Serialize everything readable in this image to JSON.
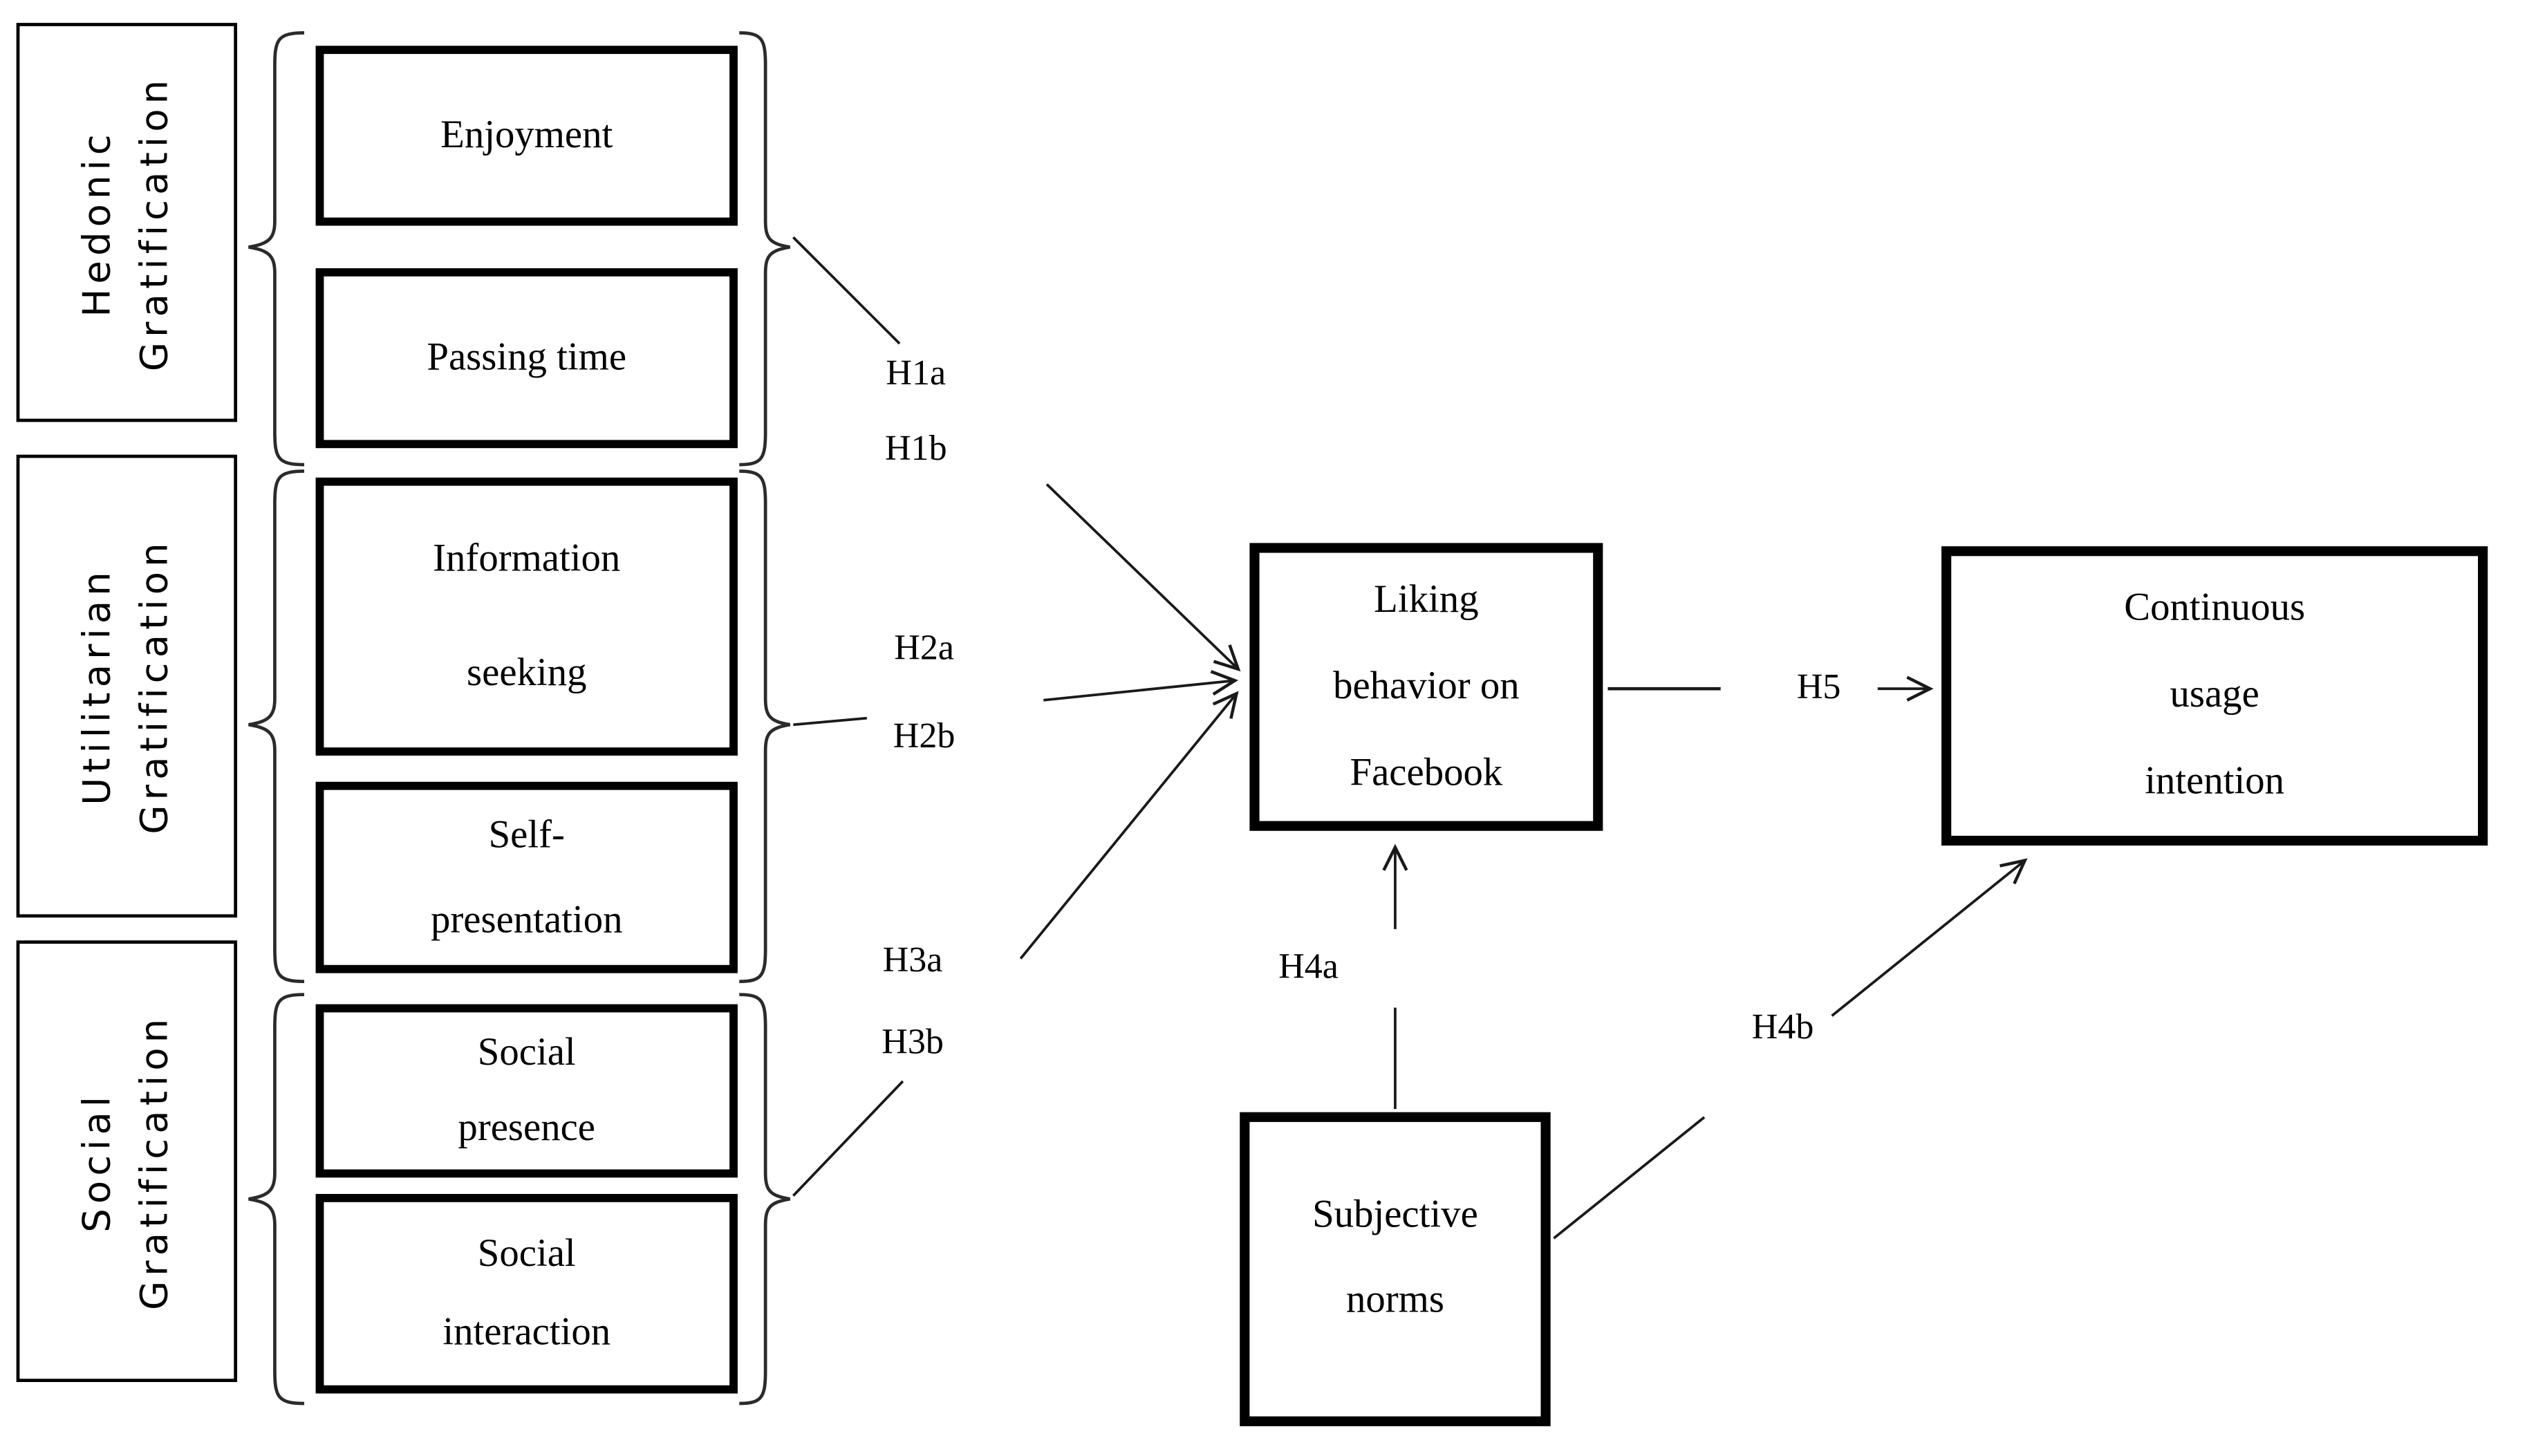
{
  "figure": {
    "title_implicit": "Research model diagram",
    "colors": {
      "ink": "#000000",
      "line": "#1a1a1a",
      "background": "#ffffff"
    },
    "groups": [
      {
        "id": "hedonic",
        "lines": [
          "Hedonic",
          "Gratification"
        ]
      },
      {
        "id": "utilitarian",
        "lines": [
          "Utilitarian",
          "Gratification"
        ]
      },
      {
        "id": "social",
        "lines": [
          "Social",
          "Gratification"
        ]
      }
    ],
    "constructs": [
      {
        "id": "enjoyment",
        "lines": [
          "Enjoyment"
        ]
      },
      {
        "id": "passing-time",
        "lines": [
          "Passing time"
        ]
      },
      {
        "id": "information-seeking",
        "lines": [
          "Information",
          "seeking"
        ]
      },
      {
        "id": "self-presentation",
        "lines": [
          "Self-",
          "presentation"
        ]
      },
      {
        "id": "social-presence",
        "lines": [
          "Social",
          "presence"
        ]
      },
      {
        "id": "social-interaction",
        "lines": [
          "Social",
          "interaction"
        ]
      }
    ],
    "mediator": {
      "id": "liking-behavior",
      "lines": [
        "Liking",
        "behavior on",
        "Facebook"
      ]
    },
    "outcome": {
      "id": "continuous-usage",
      "lines": [
        "Continuous",
        "usage",
        "intention"
      ]
    },
    "predictor": {
      "id": "subjective-norms",
      "lines": [
        "Subjective",
        "norms"
      ]
    },
    "hypotheses": {
      "h1a": "H1a",
      "h1b": "H1b",
      "h2a": "H2a",
      "h2b": "H2b",
      "h3a": "H3a",
      "h3b": "H3b",
      "h4a": "H4a",
      "h4b": "H4b",
      "h5": "H5"
    }
  }
}
